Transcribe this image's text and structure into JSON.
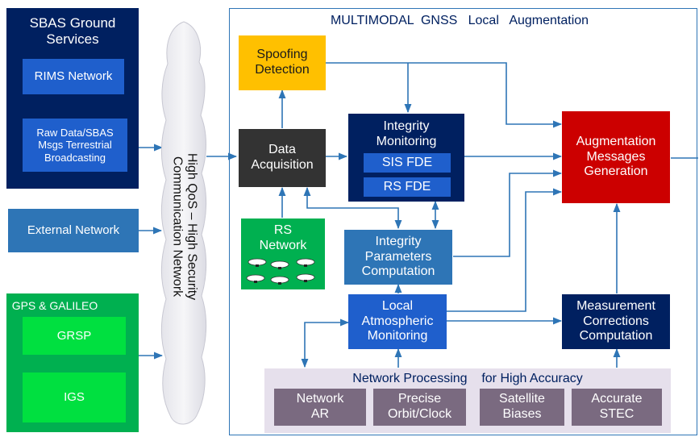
{
  "sbas": {
    "title": "SBAS Ground\nServices",
    "rims": "RIMS Network",
    "raw": "Raw Data/SBAS\nMsgs Terrestrial\nBroadcasting"
  },
  "external": {
    "label": "External Network"
  },
  "gnss": {
    "title": "GPS & GALILEO",
    "grsp": "GRSP",
    "igs": "IGS"
  },
  "cloud": {
    "label": "High QoS – High Security\nCommunication Network"
  },
  "main": {
    "title": "MULTIMODAL  GNSS   Local   Augmentation",
    "spoofing": "Spoofing\nDetection",
    "acquisition": "Data\nAcquisition",
    "integrity_monitoring": {
      "title": "Integrity\nMonitoring",
      "sis": "SIS FDE",
      "rs": "RS FDE"
    },
    "augmentation": "Augmentation\nMessages\nGeneration",
    "rs_network": "RS\nNetwork",
    "integrity_params": "Integrity\nParameters\nComputation",
    "atmo": "Local\nAtmospheric\nMonitoring",
    "measurement": "Measurement\nCorrections\nComputation",
    "network_processing": {
      "title": "Network Processing    for High Accuracy",
      "items": [
        "Network\nAR",
        "Precise\nOrbit/Clock",
        "Satellite\nBiases",
        "Accurate\nSTEC"
      ]
    }
  },
  "colors": {
    "navy": "#002060",
    "blue": "#1f5fcc",
    "mid_blue": "#2e75b6",
    "green": "#00b050",
    "bright_green": "#00e040",
    "yellow": "#ffc000",
    "red": "#cc0000",
    "dark_gray": "#333333",
    "mauve": "#7a6a80",
    "lavender": "#e6e0ec"
  }
}
